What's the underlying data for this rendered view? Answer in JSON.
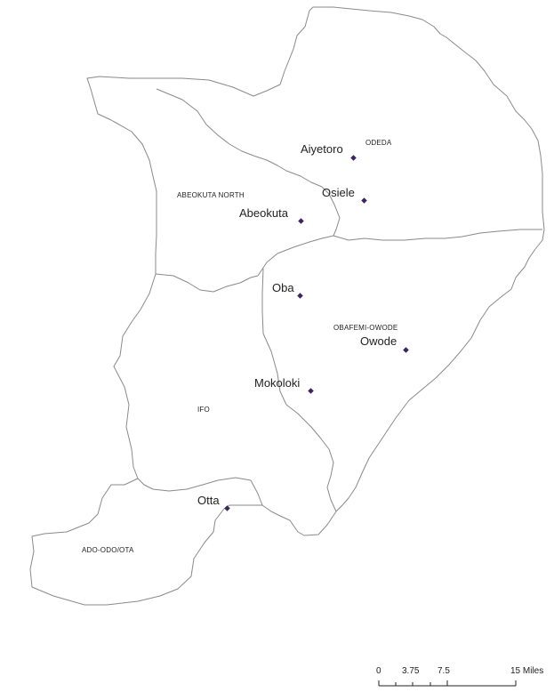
{
  "regions": [
    {
      "id": "odeda",
      "label": "ODEDA"
    },
    {
      "id": "abeokuta-north",
      "label": "ABEOKUTA NORTH"
    },
    {
      "id": "obafemi-owode",
      "label": "OBAFEMI-OWODE"
    },
    {
      "id": "ifo",
      "label": "IFO"
    },
    {
      "id": "ado-odo-ota",
      "label": "ADO-ODO/OTA"
    }
  ],
  "towns": [
    {
      "id": "aiyetoro",
      "name": "Aiyetoro"
    },
    {
      "id": "osiele",
      "name": "Osiele"
    },
    {
      "id": "abeokuta",
      "name": "Abeokuta"
    },
    {
      "id": "oba",
      "name": "Oba"
    },
    {
      "id": "owode",
      "name": "Owode"
    },
    {
      "id": "mokoloki",
      "name": "Mokoloki"
    },
    {
      "id": "otta",
      "name": "Otta"
    }
  ],
  "scale_bar": {
    "ticks": [
      "0",
      "3.75",
      "7.5",
      "15 Miles"
    ]
  },
  "colors": {
    "boundary": "#8a8a8a",
    "town_marker": "#3b2366",
    "background": "#ffffff"
  }
}
